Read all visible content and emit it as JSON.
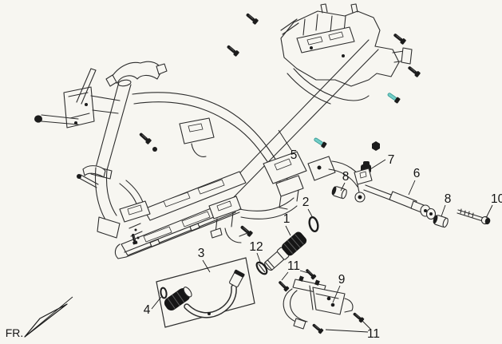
{
  "diagram": {
    "fr_label": "FR.",
    "callouts": {
      "n1": "1",
      "n2": "2",
      "n3": "3",
      "n4": "4",
      "n5": "5",
      "n6": "6",
      "n7": "7",
      "n8a": "8",
      "n8b": "8",
      "n9": "9",
      "n10": "10",
      "n11a": "11",
      "n11b": "11",
      "n12": "12"
    },
    "colors": {
      "background": "#f7f6f1",
      "line": "#2d2d2d",
      "highlight_teal": "#72cdc7"
    }
  }
}
